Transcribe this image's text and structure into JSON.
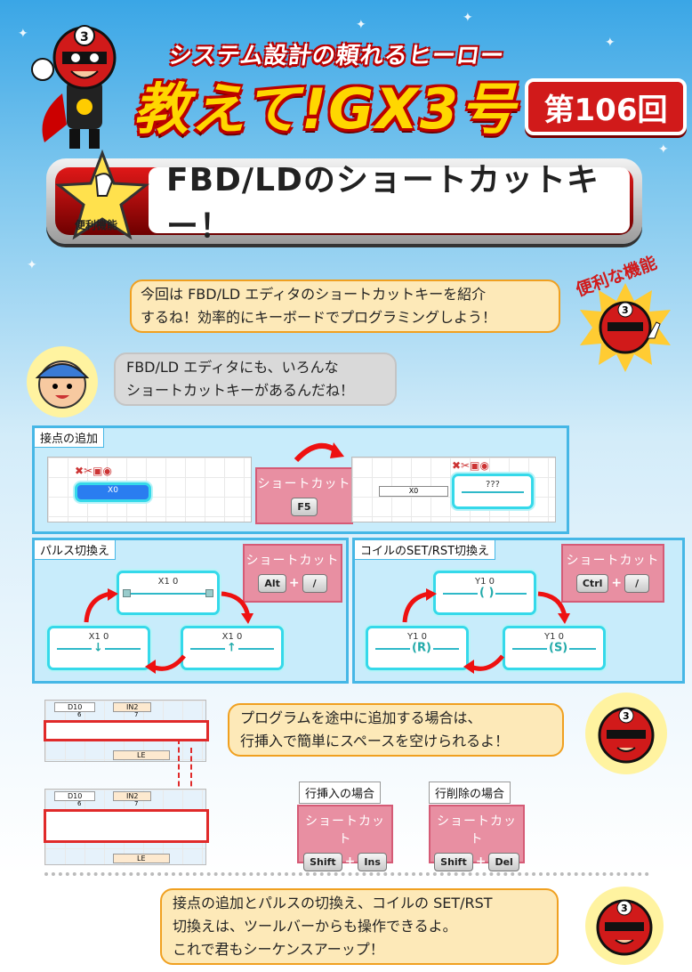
{
  "header": {
    "subtitle": "システム設計の頼れるヒーロー",
    "title": "教えて!GX3号",
    "issue": "第106回"
  },
  "banner": {
    "badge": "便利機能",
    "title": "FBD/LDのショートカットキー！"
  },
  "stamp": "便利な機能",
  "intro": {
    "hero_line1": "今回は FBD/LD エディタのショートカットキーを紹介",
    "hero_line2": "するね！効率的にキーボードでプログラミングしよう！",
    "user_line1": "FBD/LD エディタにも、いろんな",
    "user_line2": "ショートカットキーがあるんだね！"
  },
  "section_contact": {
    "label": "接点の追加",
    "before_label": "X0",
    "after_label": "X0",
    "after_coil": "???",
    "shortcut_title": "ショートカット",
    "key": "F5"
  },
  "section_pulse": {
    "label": "パルス切換え",
    "shortcut_title": "ショートカット",
    "keys": [
      "Alt",
      "/"
    ],
    "plus": "+",
    "top": "X1 0",
    "left": "X1 0",
    "right": "X1 0",
    "left_sym": "↓",
    "right_sym": "↑"
  },
  "section_coil": {
    "label": "コイルのSET/RST切換え",
    "shortcut_title": "ショートカット",
    "keys": [
      "Ctrl",
      "/"
    ],
    "plus": "+",
    "top": "Y1 0",
    "left": "Y1 0",
    "right": "Y1 0",
    "top_sym": "( )",
    "left_sym": "(R)",
    "right_sym": "(S)"
  },
  "insert": {
    "bubble_line1": "プログラムを途中に追加する場合は、",
    "bubble_line2": "行挿入で簡単にスペースを空けられるよ！",
    "insert_label": "行挿入の場合",
    "delete_label": "行削除の場合",
    "shortcut_title": "ショートカット",
    "insert_keys": [
      "Shift",
      "Ins"
    ],
    "delete_keys": [
      "Shift",
      "Del"
    ],
    "plus": "+",
    "grid_d": "D10",
    "grid_in": "IN2",
    "grid_le": "LE",
    "grid_6": "6",
    "grid_7": "7"
  },
  "outro": {
    "line1": "接点の追加とパルスの切換え、コイルの SET/RST",
    "line2": "切換えは、ツールバーからも操作できるよ。",
    "line3": "これで君もシーケンスアーップ！"
  },
  "colors": {
    "red": "#d11a1a",
    "cyan": "#35d9ea",
    "panel": "#c8ecfb",
    "shortcut": "#e88fa2",
    "bubble": "#fde9b8"
  }
}
